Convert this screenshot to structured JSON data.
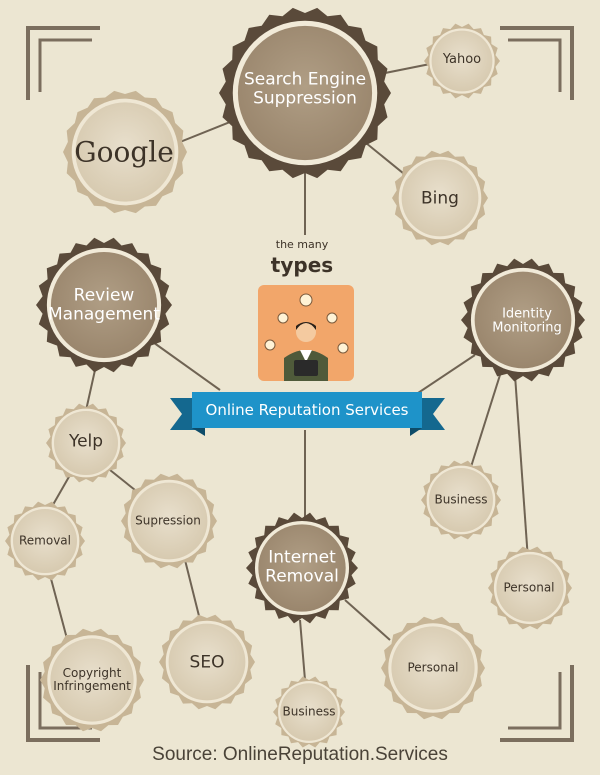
{
  "center": {
    "kicker": "the many",
    "headline": "types",
    "banner": "Online Reputation Services"
  },
  "hubs": {
    "search_suppression": "Search Engine\nSuppression",
    "review_management": "Review\nManagement",
    "identity_monitoring": "Identity\nMonitoring",
    "internet_removal": "Internet\nRemoval"
  },
  "leaves": {
    "yahoo": "Yahoo",
    "google": "Google",
    "bing": "Bing",
    "yelp": "Yelp",
    "removal": "Removal",
    "supression": "Supression",
    "copyright": "Copyright\nInfringement",
    "seo": "SEO",
    "business_identity": "Business",
    "personal_identity": "Personal",
    "personal_removal": "Personal",
    "business_removal": "Business"
  },
  "footer": {
    "source": "Source: OnlineReputation.Services"
  },
  "colors": {
    "background": "#ece6d2",
    "hub_fill": "#a59279",
    "hub_ring": "#5a4a3a",
    "leaf_fill": "#ded3bd",
    "leaf_ring": "#c7b596",
    "banner": "#1e93c9",
    "banner_dark": "#14688f",
    "connector": "#6f6353"
  }
}
